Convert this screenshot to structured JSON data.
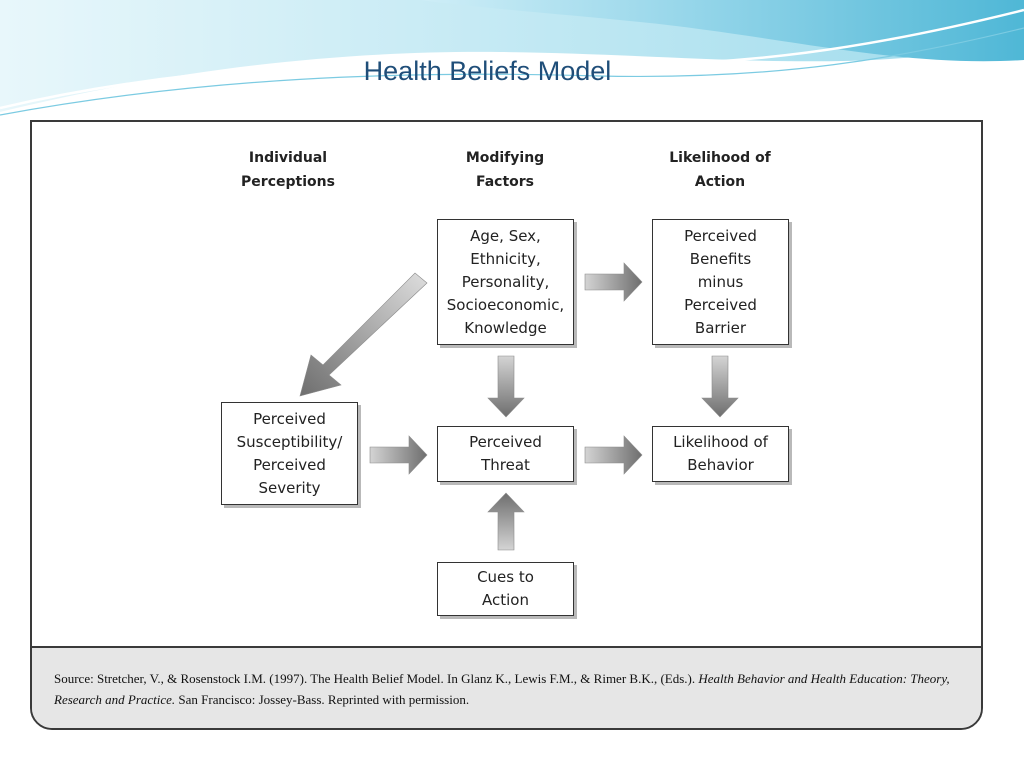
{
  "slide": {
    "title": "Health Beliefs Model"
  },
  "diagram": {
    "headers": {
      "individual": "Individual\nPerceptions",
      "modifying": "Modifying\nFactors",
      "likelihood": "Likelihood of\nAction"
    },
    "boxes": {
      "modifying_factors": "Age, Sex,\nEthnicity,\nPersonality,\nSocioeconomic,\nKnowledge",
      "benefits_barriers": "Perceived\nBenefits\nminus\nPerceived\nBarrier",
      "susceptibility": "Perceived\nSusceptibility/\nPerceived\nSeverity",
      "threat": "Perceived\nThreat",
      "likelihood_behavior": "Likelihood of\nBehavior",
      "cues": "Cues to\nAction"
    }
  },
  "source": {
    "prefix": "Source: Stretcher, V., & Rosenstock I.M. (1997). The Health Belief Model. In Glanz K., Lewis F.M., & Rimer B.K., (Eds.). ",
    "book_title": "Health Behavior and Health Education: Theory, Research and Practice.",
    "suffix": " San Francisco: Jossey-Bass. Reprinted with permission."
  },
  "colors": {
    "title": "#1f4e79",
    "swoosh": "#8fd3e8",
    "arrow_dark": "#6e6e6e",
    "arrow_light": "#d4d4d4",
    "footer_bg": "#e6e6e6"
  }
}
